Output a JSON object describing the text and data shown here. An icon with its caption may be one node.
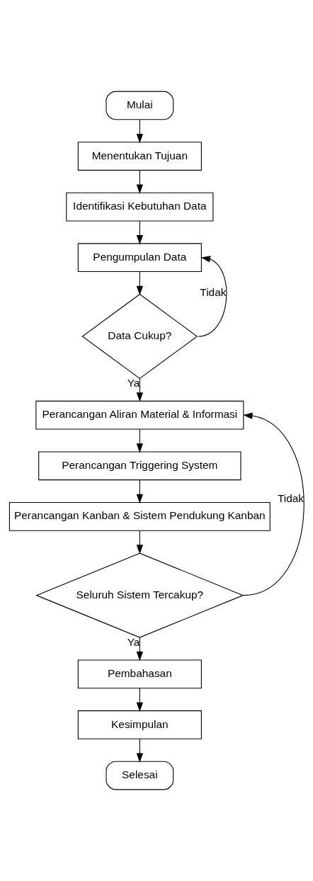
{
  "diagram": {
    "nodes": [
      {
        "text": [
          "Mulai"
        ]
      },
      {
        "text": [
          "Menentukan Tujuan"
        ]
      },
      {
        "text": [
          "Identifikasi Kebutuhan Data"
        ]
      },
      {
        "text": [
          "Pengumpulan Data"
        ]
      },
      {
        "text": [
          "Data Cukup?"
        ]
      },
      {
        "text": [
          "Perancangan Aliran Material & Informasi"
        ]
      },
      {
        "text": [
          "Perancangan Triggering System"
        ]
      },
      {
        "text": [
          "Perancangan Kanban & Sistem Pendukung Kanban"
        ]
      },
      {
        "text": [
          "Seluruh Sistem Tercakup?"
        ]
      },
      {
        "text": [
          "Pembahasan"
        ]
      },
      {
        "text": [
          "Kesimpulan"
        ]
      },
      {
        "text": [
          "Selesai"
        ]
      }
    ],
    "edges": [
      {
        "from": 0,
        "to": 1,
        "arrow": "to"
      },
      {
        "from": 1,
        "to": 2,
        "arrow": "to"
      },
      {
        "from": 2,
        "to": 3,
        "arrow": "to"
      },
      {
        "from": 3,
        "to": 4,
        "arrow": "to"
      },
      {
        "from": 4,
        "to": 3,
        "arrow": "to",
        "label": "Tidak"
      },
      {
        "from": 4,
        "to": 5,
        "arrow": "to",
        "label": "Ya"
      },
      {
        "from": 5,
        "to": 6,
        "arrow": "to"
      },
      {
        "from": 6,
        "to": 7,
        "arrow": "to"
      },
      {
        "from": 7,
        "to": 8,
        "arrow": "to"
      },
      {
        "from": 8,
        "to": 5,
        "arrow": "to",
        "label": "Tidak"
      },
      {
        "from": 8,
        "to": 9,
        "arrow": "to",
        "label": "Ya"
      },
      {
        "from": 9,
        "to": 10,
        "arrow": "to"
      },
      {
        "from": 10,
        "to": 11,
        "arrow": "to"
      }
    ]
  }
}
